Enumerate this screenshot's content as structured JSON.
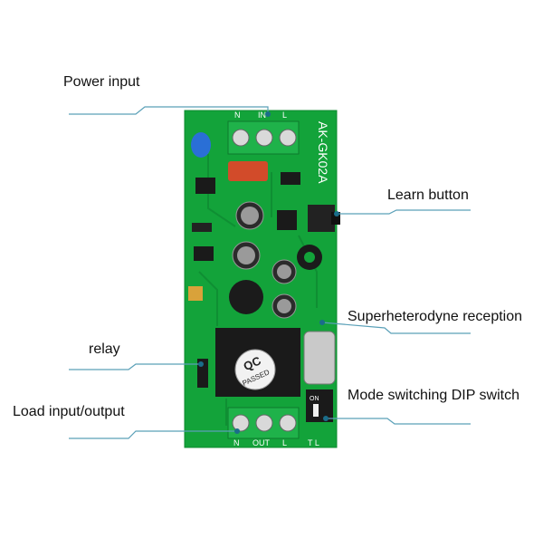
{
  "labels": {
    "power_input": "Power input",
    "learn_button": "Learn button",
    "superheterodyne": "Superheterodyne reception",
    "relay": "relay",
    "mode_switch": "Mode switching DIP switch",
    "load_io": "Load input/output"
  },
  "board_text": {
    "model": "AK-GK02A",
    "terminal_top": [
      "N",
      "IN",
      "L"
    ],
    "terminal_bottom": [
      "N",
      "OUT",
      "L"
    ],
    "qc_line1": "QC",
    "qc_line2": "PASSED",
    "dip_mark": "ON",
    "dip_bottom": "T  L"
  },
  "colors": {
    "pcb": "#13a33a",
    "callout_line": "#5aa0b8",
    "terminal": "#1fb24a",
    "relay": "#1a1a1a"
  }
}
